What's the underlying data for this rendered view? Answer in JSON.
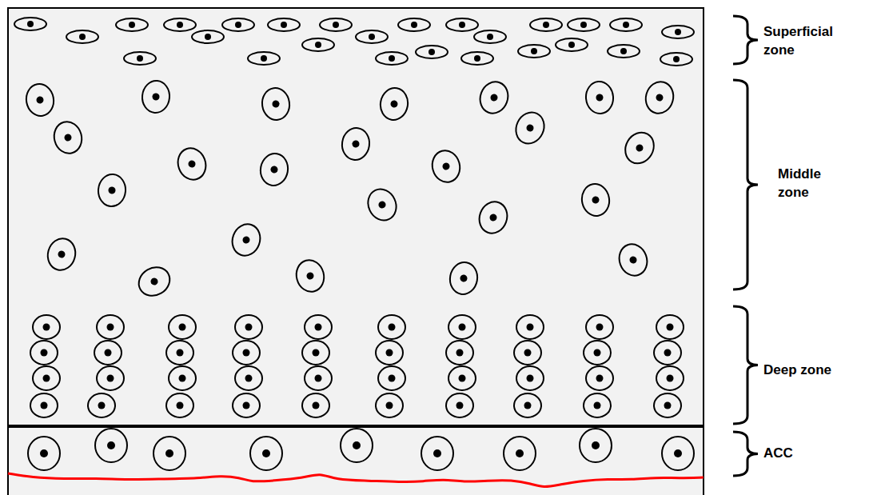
{
  "diagram": {
    "labels": [
      "Superficial zone",
      "Middle zone",
      "Deep zone",
      "ACC"
    ]
  }
}
